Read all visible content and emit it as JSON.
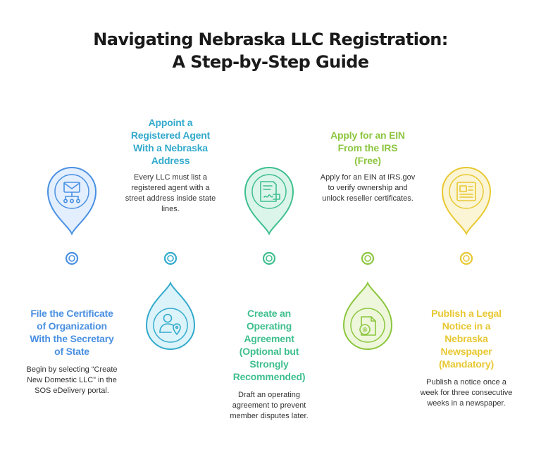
{
  "title": {
    "line1": "Navigating Nebraska LLC Registration:",
    "line2": "A Step-by-Step Guide"
  },
  "steps": [
    {
      "heading": [
        "File the Certificate",
        "of Organization",
        "With the Secretary",
        "of State"
      ],
      "description": "Begin by selecting “Create New Domestic LLC” in the SOS eDelivery portal.",
      "icon": "mail-network-icon",
      "color": "#4a90e2"
    },
    {
      "heading": [
        "Appoint a",
        "Registered Agent",
        "With a Nebraska",
        "Address"
      ],
      "description": "Every LLC must list a registered agent with a street address inside state lines.",
      "icon": "user-location-icon",
      "color": "#33aacc"
    },
    {
      "heading": [
        "Create an",
        "Operating",
        "Agreement",
        "(Optional but",
        "Strongly",
        "Recommended)"
      ],
      "description": "Draft an operating agreement to prevent member disputes later.",
      "icon": "contract-icon",
      "color": "#3fbf8f"
    },
    {
      "heading": [
        "Apply for an EIN",
        "From the IRS",
        "(Free)"
      ],
      "description": "Apply for an EIN at IRS.gov to verify ownership and unlock reseller certificates.",
      "icon": "registered-document-icon",
      "color": "#8cc63f"
    },
    {
      "heading": [
        "Publish a Legal",
        "Notice in a",
        "Nebraska",
        "Newspaper",
        "(Mandatory)"
      ],
      "description": "Publish a notice once a week for three consecutive weeks in a newspaper.",
      "icon": "newspaper-icon",
      "color": "#e8c832"
    }
  ]
}
